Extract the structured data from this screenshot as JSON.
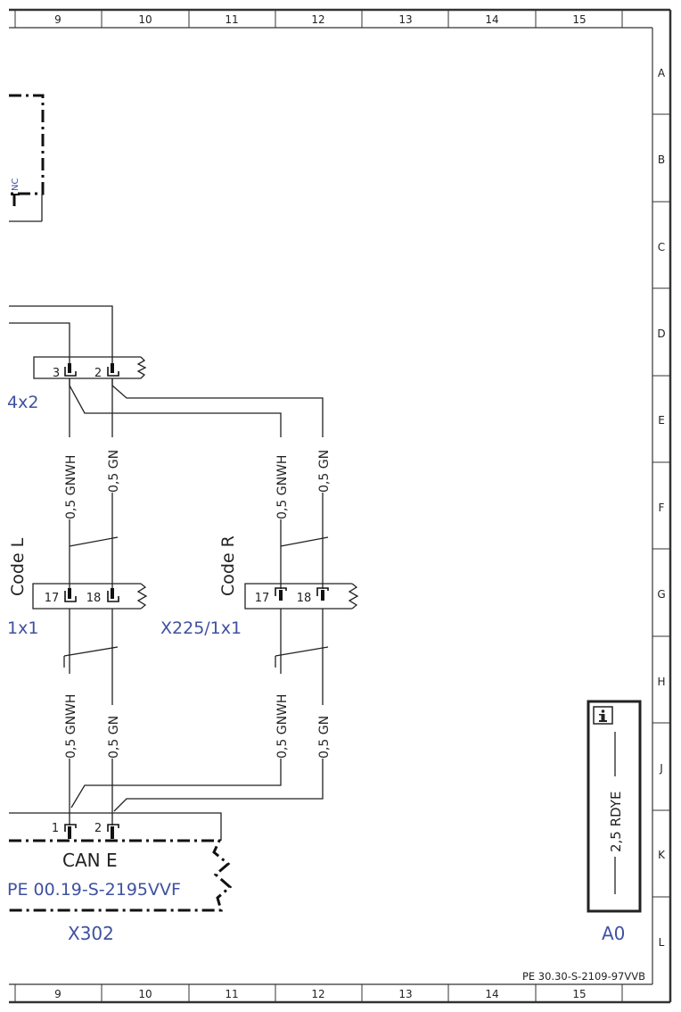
{
  "columns": [
    "9",
    "10",
    "11",
    "12",
    "13",
    "14",
    "15"
  ],
  "rows": [
    "A",
    "B",
    "C",
    "D",
    "E",
    "F",
    "G",
    "H",
    "J",
    "K",
    "L"
  ],
  "document_ref": "PE 30.30-S-2109-97VVB",
  "connectors": {
    "top_partial": "4x2",
    "code_left": "Code L",
    "code_right": "Code R",
    "mid_left_partial": "1x1",
    "mid_right": "X225/1x1",
    "bottom": "X302"
  },
  "pins": {
    "top_pin_3": "3",
    "top_pin_2": "2",
    "left_pin_17": "17",
    "left_pin_18": "18",
    "right_pin_17": "17",
    "right_pin_18": "18",
    "bottom_pin_1": "1",
    "bottom_pin_2": "2"
  },
  "wires": {
    "upper_left_gnwh": "0,5 GNWH",
    "upper_left_gn": "0,5 GN",
    "upper_right_gnwh": "0,5 GNWH",
    "upper_right_gn": "0,5 GN",
    "lower_left_gnwh": "0,5 GNWH",
    "lower_left_gn": "0,5 GN",
    "lower_right_gnwh": "0,5 GNWH",
    "lower_right_gn": "0,5 GN"
  },
  "nc_label": "NC",
  "can_block": {
    "title": "CAN E",
    "ref": "PE 00.19-S-2195VVF"
  },
  "info_box": {
    "wire": "2,5 RDYE",
    "label": "A0",
    "icon": "info-icon"
  },
  "colors": {
    "label_blue": "#3f51a0",
    "line": "#222222"
  }
}
